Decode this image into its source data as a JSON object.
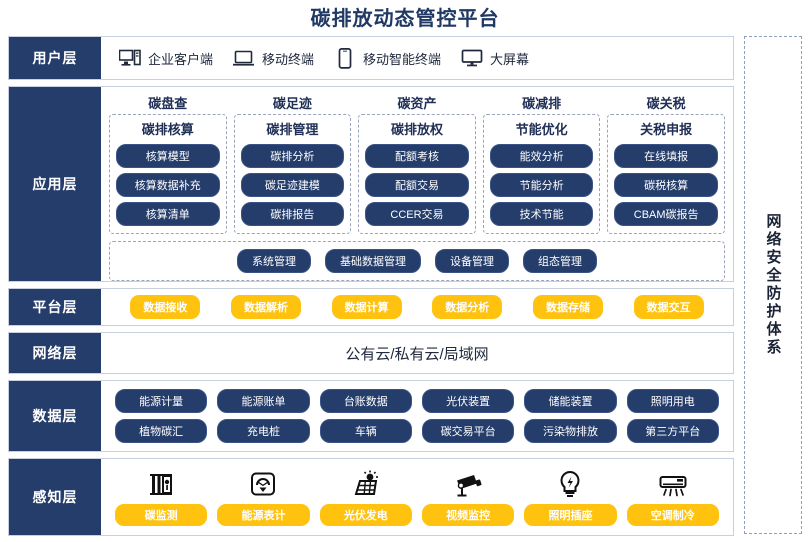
{
  "title": "碳排放动态管控平台",
  "colors": {
    "navy": "#253d6b",
    "amber": "#ffc20e",
    "title": "#1f3864",
    "border": "#c8cfdd",
    "dashed": "#9aa4bb"
  },
  "security_band": {
    "label": "网络安全防护体系"
  },
  "layers": [
    {
      "key": "user",
      "label": "用户层",
      "items": [
        {
          "text": "企业客户端",
          "icon": "desktop-tower-icon"
        },
        {
          "text": "移动终端",
          "icon": "laptop-icon"
        },
        {
          "text": "移动智能终端",
          "icon": "smartphone-icon"
        },
        {
          "text": "大屏幕",
          "icon": "monitor-icon"
        }
      ]
    },
    {
      "key": "application",
      "label": "应用层",
      "columns": [
        {
          "title": "碳盘查",
          "subtitle": "碳排核算",
          "items": [
            "核算模型",
            "核算数据补充",
            "核算清单"
          ]
        },
        {
          "title": "碳足迹",
          "subtitle": "碳排管理",
          "items": [
            "碳排分析",
            "碳足迹建模",
            "碳排报告"
          ]
        },
        {
          "title": "碳资产",
          "subtitle": "碳排放权",
          "items": [
            "配额考核",
            "配额交易",
            "CCER交易"
          ]
        },
        {
          "title": "碳减排",
          "subtitle": "节能优化",
          "items": [
            "能效分析",
            "节能分析",
            "技术节能"
          ]
        },
        {
          "title": "碳关税",
          "subtitle": "关税申报",
          "items": [
            "在线填报",
            "碳税核算",
            "CBAM碳报告"
          ]
        }
      ],
      "management": [
        "系统管理",
        "基础数据管理",
        "设备管理",
        "组态管理"
      ]
    },
    {
      "key": "platform",
      "label": "平台层",
      "items": [
        "数据接收",
        "数据解析",
        "数据计算",
        "数据分析",
        "数据存储",
        "数据交互"
      ]
    },
    {
      "key": "network",
      "label": "网络层",
      "text": "公有云/私有云/局域网"
    },
    {
      "key": "data",
      "label": "数据层",
      "rows": [
        [
          "能源计量",
          "能源账单",
          "台账数据",
          "光伏装置",
          "储能装置",
          "照明用电"
        ],
        [
          "植物碳汇",
          "充电桩",
          "车辆",
          "碳交易平台",
          "污染物排放",
          "第三方平台"
        ]
      ]
    },
    {
      "key": "perception",
      "label": "感知层",
      "items": [
        {
          "text": "碳监测",
          "icon": "sensor-cabinet-icon"
        },
        {
          "text": "能源表计",
          "icon": "energy-meter-icon"
        },
        {
          "text": "光伏发电",
          "icon": "solar-panel-icon"
        },
        {
          "text": "视频监控",
          "icon": "cctv-camera-icon"
        },
        {
          "text": "照明插座",
          "icon": "light-bulb-icon"
        },
        {
          "text": "空调制冷",
          "icon": "air-conditioner-icon"
        }
      ]
    }
  ]
}
